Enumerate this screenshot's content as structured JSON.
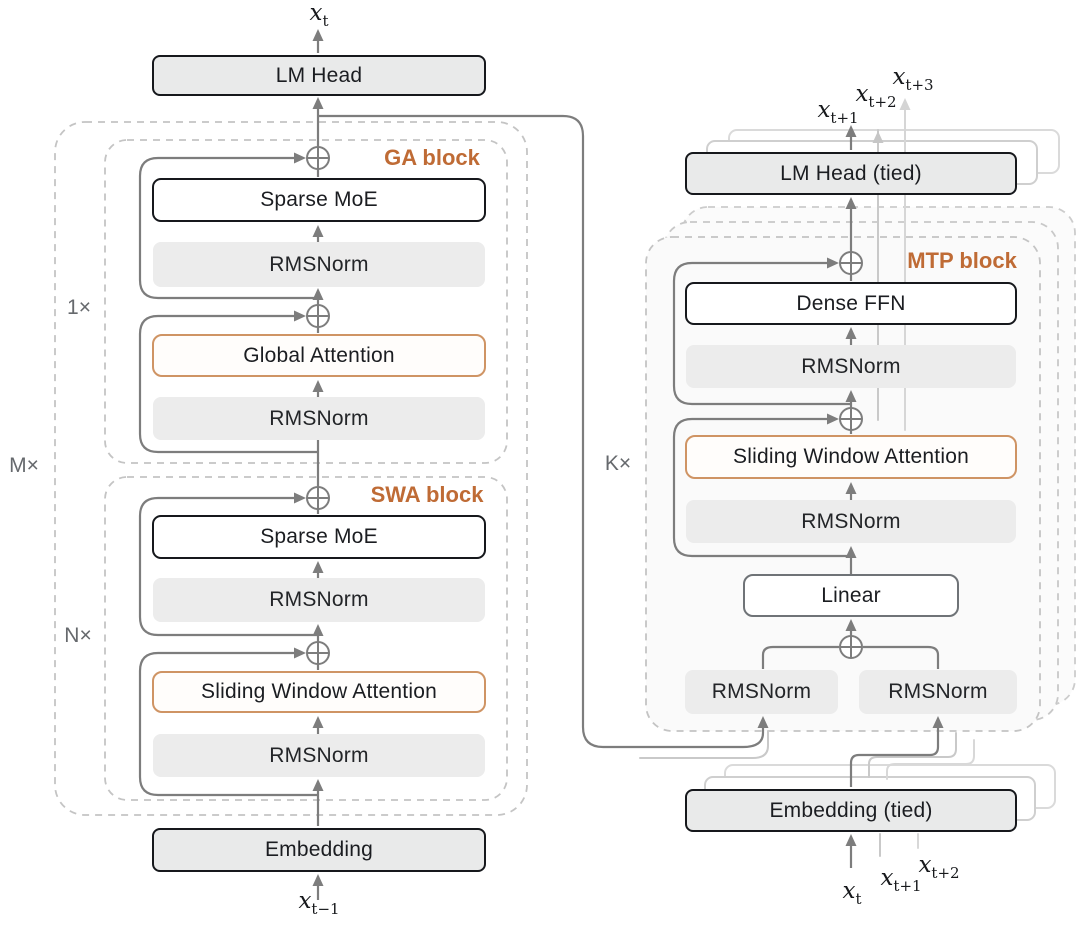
{
  "diagram": {
    "left": {
      "output_label": {
        "base": "x",
        "sub": "t"
      },
      "lm_head": "LM Head",
      "ga_block": {
        "label": "GA block",
        "multiplier": "1×",
        "sparse_moe": "Sparse MoE",
        "rmsnorm_post": "RMSNorm",
        "attention": "Global Attention",
        "rmsnorm_pre": "RMSNorm"
      },
      "swa_block": {
        "label": "SWA block",
        "multiplier": "N×",
        "sparse_moe": "Sparse MoE",
        "rmsnorm_post": "RMSNorm",
        "attention": "Sliding Window Attention",
        "rmsnorm_pre": "RMSNorm"
      },
      "outer_multiplier": "M×",
      "embedding": "Embedding",
      "input_label": {
        "base": "x",
        "sub": "t−1"
      }
    },
    "right": {
      "output_labels": [
        {
          "base": "x",
          "sub": "t+1"
        },
        {
          "base": "x",
          "sub": "t+2"
        },
        {
          "base": "x",
          "sub": "t+3"
        }
      ],
      "lm_head_tied": "LM Head (tied)",
      "mtp_block": {
        "label": "MTP block",
        "multiplier": "K×",
        "dense_ffn": "Dense FFN",
        "rmsnorm_post": "RMSNorm",
        "attention": "Sliding Window Attention",
        "rmsnorm_pre": "RMSNorm",
        "linear": "Linear",
        "rmsnorm_left": "RMSNorm",
        "rmsnorm_right": "RMSNorm"
      },
      "embedding_tied": "Embedding (tied)",
      "input_labels": [
        {
          "base": "x",
          "sub": "t"
        },
        {
          "base": "x",
          "sub": "t+1"
        },
        {
          "base": "x",
          "sub": "t+2"
        }
      ]
    },
    "colors": {
      "accent_orange": "#bf6b35",
      "orange_box_border": "#cf9464",
      "dark_box_border": "#16181c",
      "gray_box_fill": "#e9eaea",
      "norm_fill": "#ececec",
      "wire_gray": "#7d7d7d",
      "wire_light": "#c9c9c9",
      "dash_gray": "#c4c4c4"
    }
  }
}
